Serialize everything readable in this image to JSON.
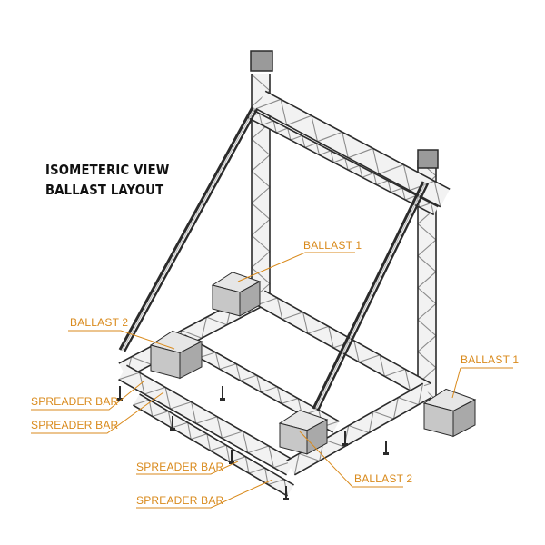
{
  "title": {
    "line1": "ISOMETERIC VIEW",
    "line2": "BALLAST LAYOUT"
  },
  "callouts": {
    "ballast_1_rear": "BALLAST 1",
    "ballast_1_right": "BALLAST 1",
    "ballast_2_left": "BALLAST 2",
    "ballast_2_front": "BALLAST 2",
    "spreader_bar_1": "SPREADER BAR",
    "spreader_bar_2": "SPREADER BAR",
    "spreader_bar_3": "SPREADER BAR",
    "spreader_bar_4": "SPREADER BAR"
  },
  "colors": {
    "callout": "#d98a1c",
    "truss_edge": "#2b2b2b",
    "truss_fill": "#8c8c8c",
    "ballast_top": "#e6e6e6",
    "ballast_left": "#c7c7c7",
    "ballast_right": "#a9a9a9"
  }
}
